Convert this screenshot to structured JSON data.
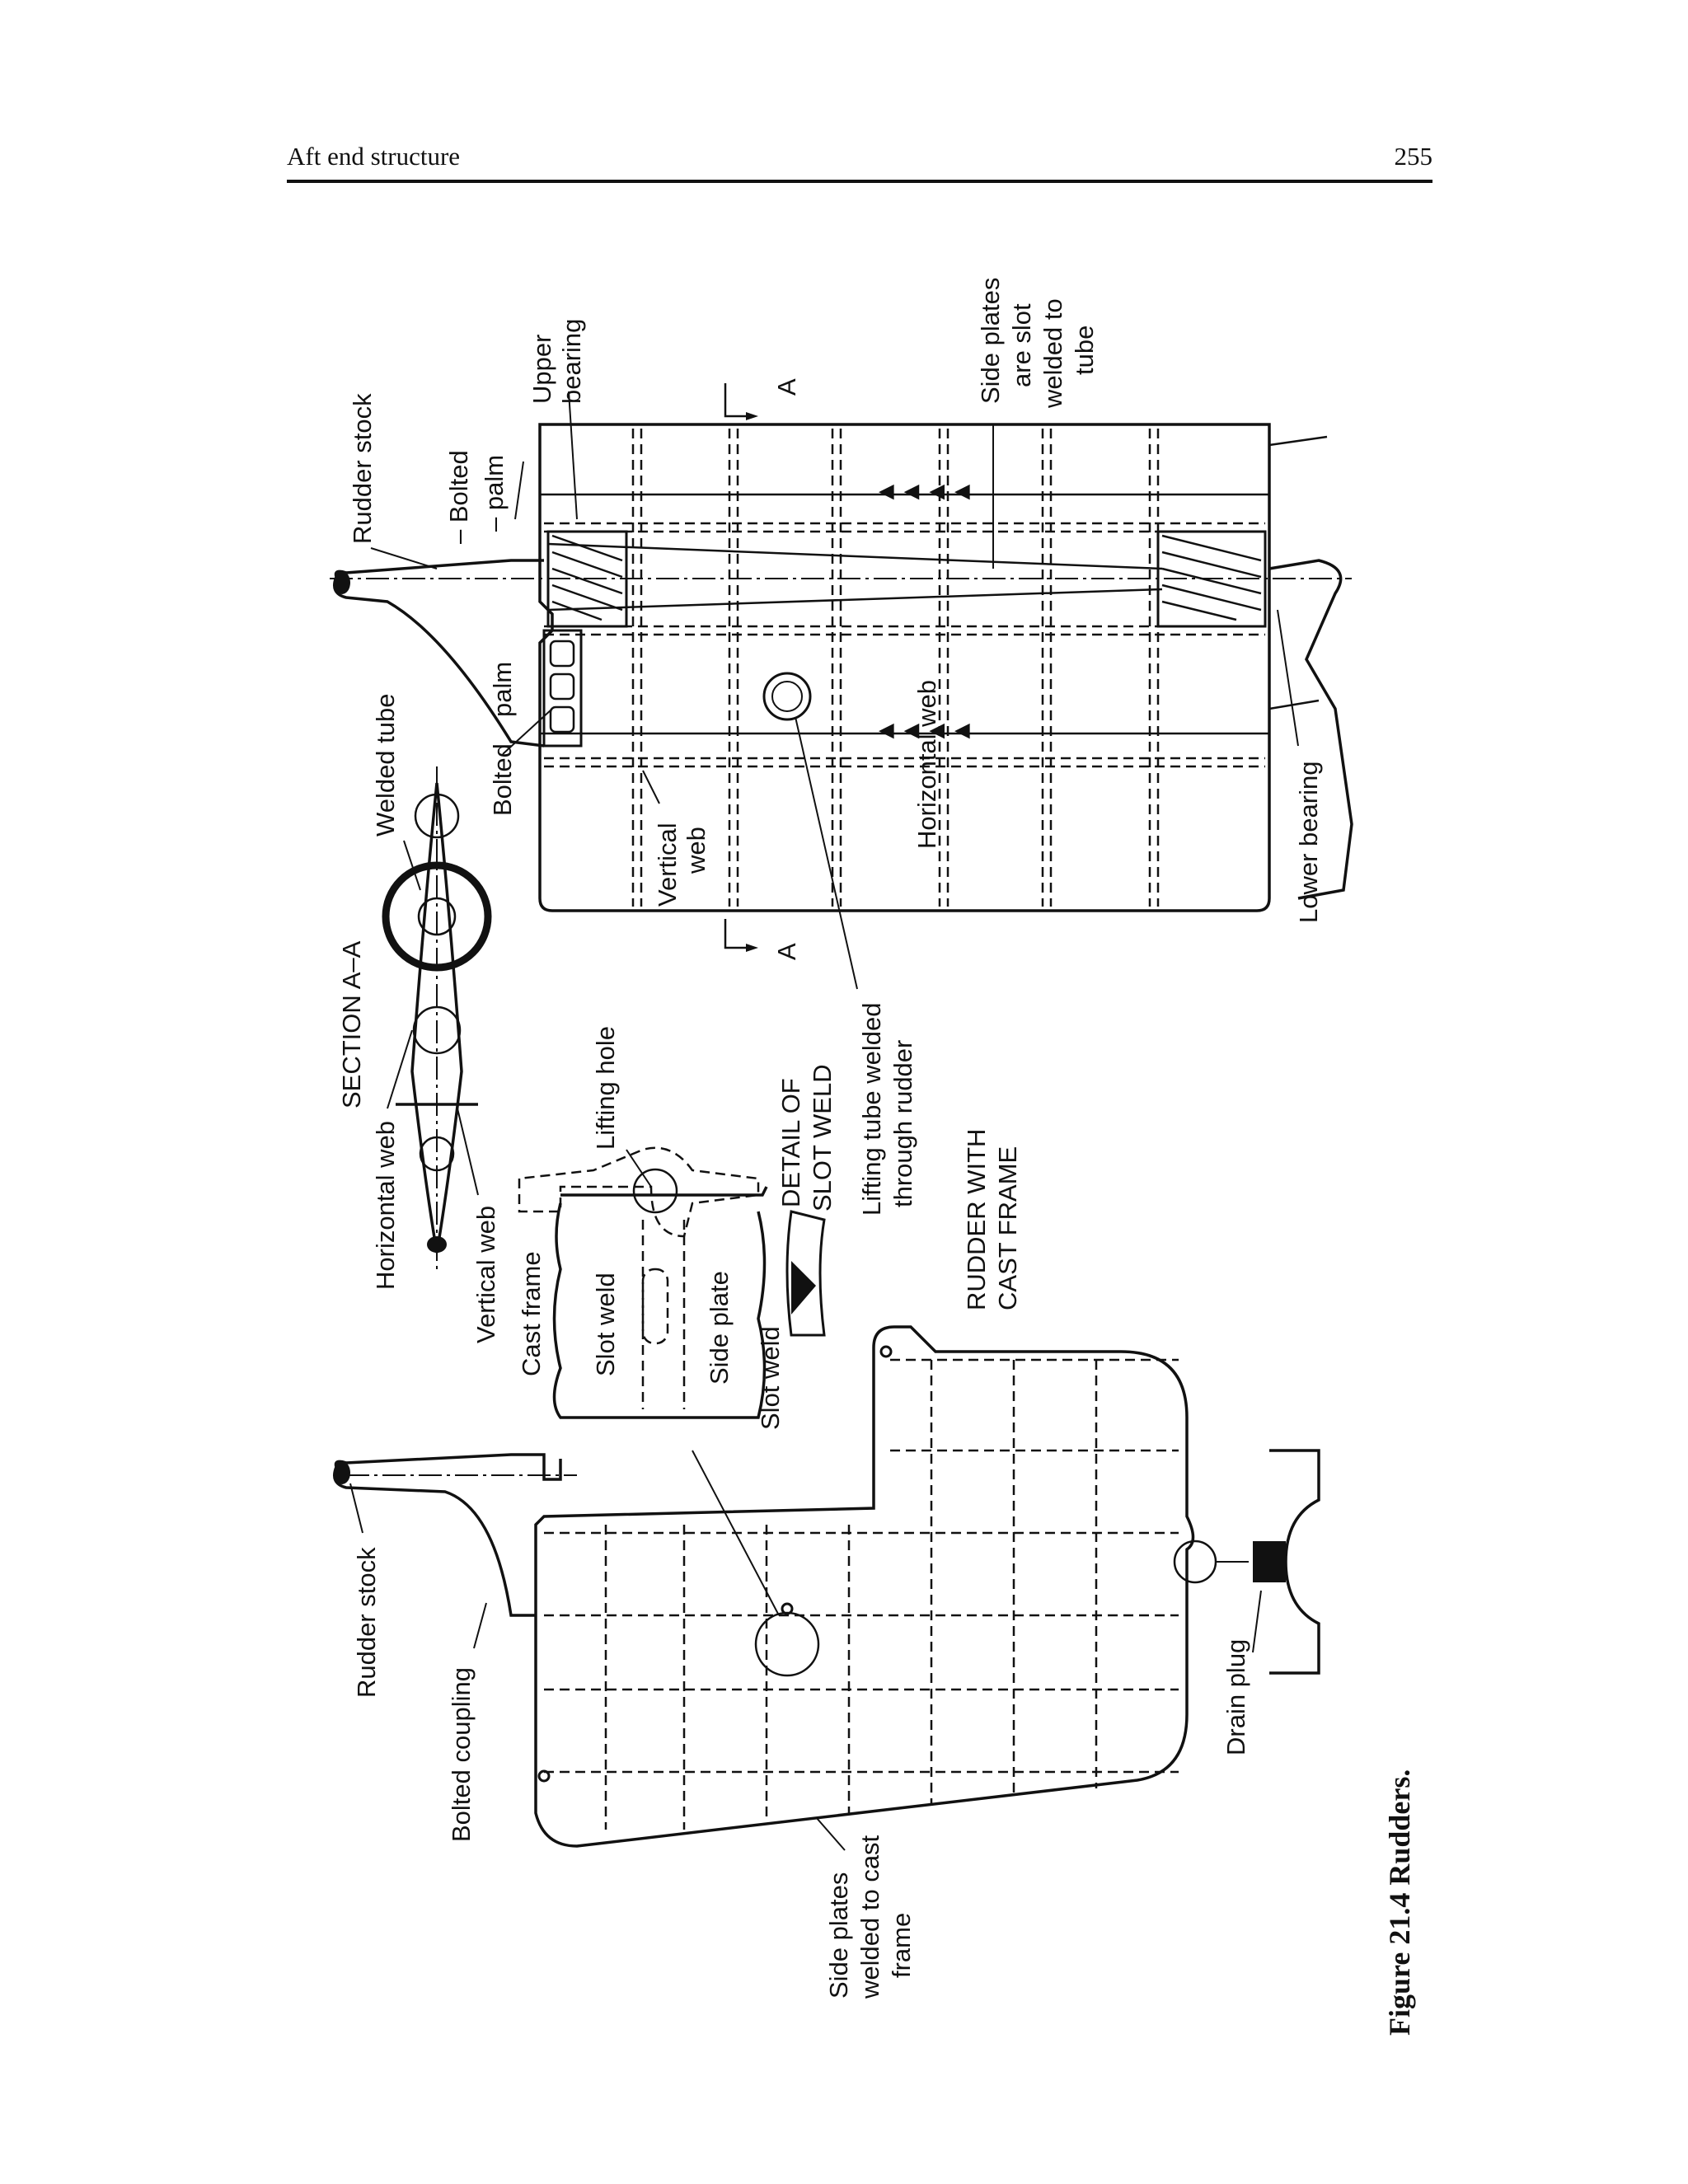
{
  "header": {
    "section": "Aft end structure",
    "page_number": "255"
  },
  "figure": {
    "caption": "Figure 21.4  Rudders.",
    "labels": {
      "rudder_stock_top": "Rudder stock",
      "bolted_palm_upper_1": "– Bolted",
      "bolted_palm_upper_2": "– palm",
      "upper_bearing_1": "Upper",
      "upper_bearing_2": "bearing",
      "side_plates_slot_1": "Side plates",
      "side_plates_slot_2": "are slot",
      "side_plates_slot_3": "welded to",
      "side_plates_slot_4": "tube",
      "section_a_top": "A",
      "section_a_bottom": "A",
      "welded_tube": "Welded tube",
      "bolted_palm_lower_1": "Bolted",
      "bolted_palm_lower_2": "palm",
      "vertical_web_1": "Vertical",
      "vertical_web_2": "web",
      "horizontal_web_main": "Horizontal web",
      "lower_bearing": "Lower bearing",
      "section_aa": "SECTION A–A",
      "horizontal_web_section": "Horizontal web",
      "vertical_web_section": "Vertical web",
      "lifting_tube_1": "Lifting tube welded",
      "lifting_tube_2": "through rudder",
      "lifting_hole": "Lifting hole",
      "detail_slot_weld_1": "DETAIL OF",
      "detail_slot_weld_2": "SLOT WELD",
      "cast_frame": "Cast frame",
      "slot_weld_a": "Slot weld",
      "side_plate": "Side plate",
      "slot_weld_b": "Slot weld",
      "rudder_cast_frame_1": "RUDDER WITH",
      "rudder_cast_frame_2": "CAST FRAME",
      "rudder_stock_bottom": "Rudder stock",
      "bolted_coupling": "Bolted coupling",
      "drain_plug": "Drain plug",
      "side_plates_cast_1": "Side plates",
      "side_plates_cast_2": "welded to cast",
      "side_plates_cast_3": "frame"
    }
  }
}
